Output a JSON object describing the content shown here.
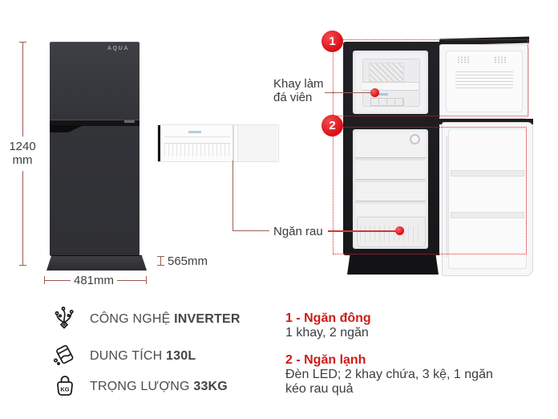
{
  "brand": {
    "logo_text": "AQUA"
  },
  "dimensions": {
    "height_value": "1240",
    "height_unit": "mm",
    "width_label": "481mm",
    "depth_label": "565mm"
  },
  "callouts": {
    "badge_freezer": "1",
    "badge_fridge": "2",
    "ice_tray_line1": "Khay làm",
    "ice_tray_line2": "đá viên",
    "veg_drawer": "Ngăn rau"
  },
  "features": [
    {
      "icon": "inverter-icon",
      "text": "CÔNG NGHỆ ",
      "value": "INVERTER"
    },
    {
      "icon": "capacity-icon",
      "text": "DUNG TÍCH ",
      "value": "130L"
    },
    {
      "icon": "weight-icon",
      "text": "TRỌNG LƯỢNG ",
      "value": "33KG",
      "icon_label": "KG"
    }
  ],
  "specs": [
    {
      "heading": "1 - Ngăn đông",
      "line1": "1 khay, 2 ngăn"
    },
    {
      "heading": "2 - Ngăn lạnh",
      "line1": "Đèn LED; 2 khay chứa, 3 kệ, 1 ngăn",
      "line2": "kéo rau quả"
    }
  ],
  "colors": {
    "accent_red": "#e60f17",
    "heading_red": "#ce1b17",
    "dim_line": "#9c5a52",
    "text_dark": "#3c3d3f",
    "feature_text": "#4b4c4e"
  }
}
